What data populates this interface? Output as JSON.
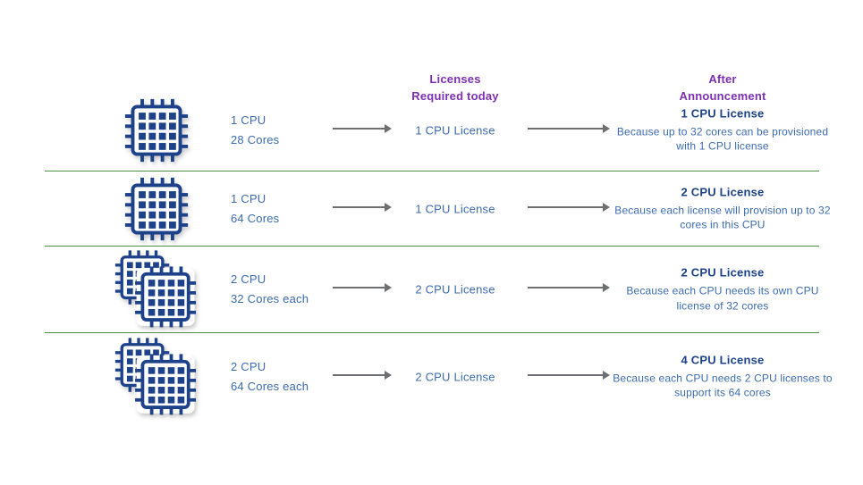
{
  "colors": {
    "purple": "#7e2fb3",
    "blue": "#3c6bb0",
    "navy": "#1d428a",
    "green": "#4f8d45",
    "arrow": "#6e6f72",
    "background": "#ffffff"
  },
  "headers": {
    "today_line1": "Licenses",
    "today_line2": "Required today",
    "after_line1": "After",
    "after_line2": "Announcement"
  },
  "rows": [
    {
      "icon": "cpu-single",
      "cpu": "1 CPU",
      "cores": "28 Cores",
      "today": "1 CPU License",
      "after_title": "1 CPU License",
      "after_reason": "Because up to 32 cores can be provisioned with 1 CPU license"
    },
    {
      "icon": "cpu-single",
      "cpu": "1 CPU",
      "cores": "64 Cores",
      "today": "1 CPU License",
      "after_title": "2 CPU License",
      "after_reason": "Because each license will provision up to 32 cores in this CPU"
    },
    {
      "icon": "cpu-double",
      "cpu": "2 CPU",
      "cores": "32 Cores each",
      "today": "2 CPU License",
      "after_title": "2 CPU License",
      "after_reason": "Because each CPU needs its own CPU license of 32 cores"
    },
    {
      "icon": "cpu-double",
      "cpu": "2 CPU",
      "cores": "64 Cores each",
      "today": "2 CPU License",
      "after_title": "4 CPU License",
      "after_reason": "Because each CPU needs 2 CPU licenses to support its 64 cores"
    }
  ]
}
